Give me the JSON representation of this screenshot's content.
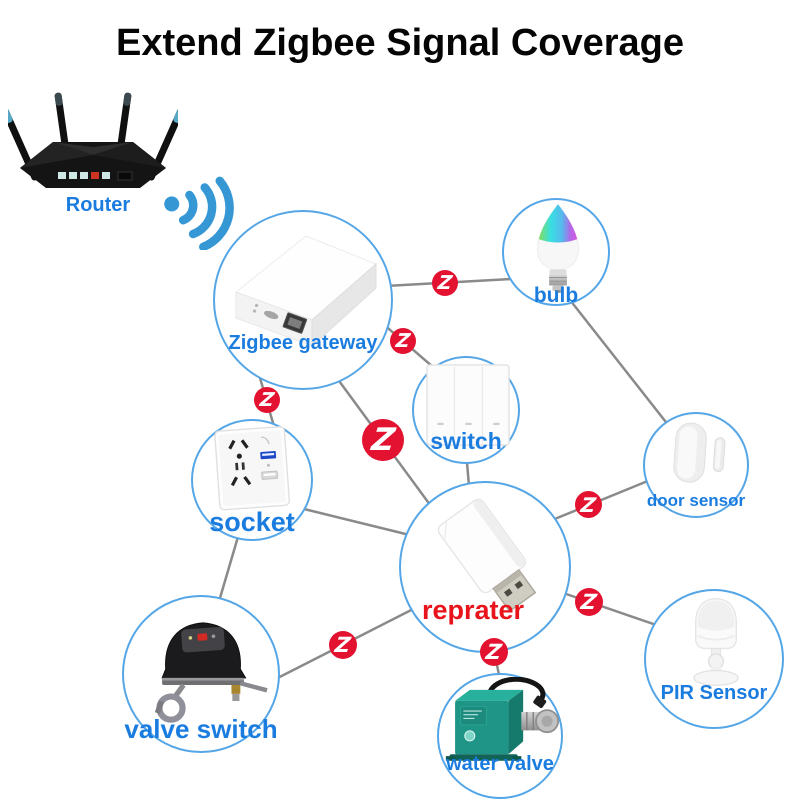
{
  "title": "Extend Zigbee Signal Coverage",
  "colors": {
    "label_blue": "#1b7ce0",
    "repeater_label_red": "#e8131b",
    "line_gray": "#8a8a8a",
    "circle_border": "#55a6e6",
    "zigbee_red": "#e31230",
    "wifi_blue": "#3598d4",
    "title_black": "#050505"
  },
  "zigbee_marker_glyph": "Z",
  "icons": {
    "wifi": "wifi-signal-icon",
    "zigbee": "zigbee-z-icon"
  },
  "nodes": {
    "router": {
      "label": "Router"
    },
    "gateway": {
      "label": "Zigbee gateway"
    },
    "bulb": {
      "label": "bulb"
    },
    "switch": {
      "label": "switch"
    },
    "door_sensor": {
      "label": "door sensor"
    },
    "socket": {
      "label": "socket"
    },
    "repeater": {
      "label": "reprater"
    },
    "valve_switch": {
      "label": "valve switch"
    },
    "pir_sensor": {
      "label": "PIR Sensor"
    },
    "water_valve": {
      "label": "water valve"
    }
  },
  "connections": [
    {
      "from": "gateway",
      "to": "bulb",
      "marker": "zigbee-small"
    },
    {
      "from": "gateway",
      "to": "switch",
      "marker": "zigbee-small"
    },
    {
      "from": "gateway",
      "to": "socket",
      "marker": "zigbee-small"
    },
    {
      "from": "gateway",
      "to": "repeater",
      "marker": "zigbee-large"
    },
    {
      "from": "bulb",
      "to": "door_sensor",
      "marker": "none"
    },
    {
      "from": "switch",
      "to": "repeater",
      "marker": "none"
    },
    {
      "from": "socket",
      "to": "repeater",
      "marker": "none"
    },
    {
      "from": "socket",
      "to": "valve_switch",
      "marker": "none"
    },
    {
      "from": "repeater",
      "to": "door_sensor",
      "marker": "zigbee-small"
    },
    {
      "from": "repeater",
      "to": "pir_sensor",
      "marker": "zigbee-small"
    },
    {
      "from": "repeater",
      "to": "water_valve",
      "marker": "zigbee-small"
    },
    {
      "from": "repeater",
      "to": "valve_switch",
      "marker": "zigbee-small"
    }
  ]
}
